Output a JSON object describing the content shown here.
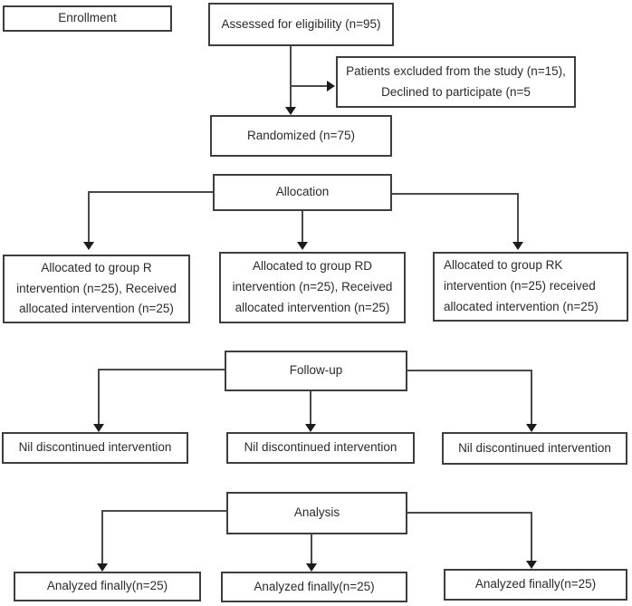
{
  "diagram": {
    "title": "CONSORT-style participant flow diagram",
    "colors": {
      "box_border": "#3e3e3e",
      "connector": "#4a4a4a",
      "arrowhead": "#1c1c1c",
      "text": "#2b2b2b",
      "background": "#ffffff"
    },
    "nodes": {
      "enrollment": "Enrollment",
      "assessed": "Assessed for eligibility (n=95)",
      "excluded": "Patients excluded from the study (n=15), Declined to participate (n=5",
      "randomized": "Randomized (n=75)",
      "allocation": "Allocation",
      "group_r": "Allocated to group R intervention (n=25), Received allocated intervention (n=25)",
      "group_rd": "Allocated to group RD intervention (n=25), Received allocated intervention (n=25)",
      "group_rk": "Allocated to group RK intervention (n=25) received allocated intervention (n=25)",
      "followup": "Follow-up",
      "nil_1": "Nil discontinued intervention",
      "nil_2": "Nil discontinued intervention",
      "nil_3": "Nil discontinued intervention",
      "analysis": "Analysis",
      "analyzed_1": "Analyzed finally(n=25)",
      "analyzed_2": "Analyzed finally(n=25)",
      "analyzed_3": "Analyzed finally(n=25)"
    }
  }
}
